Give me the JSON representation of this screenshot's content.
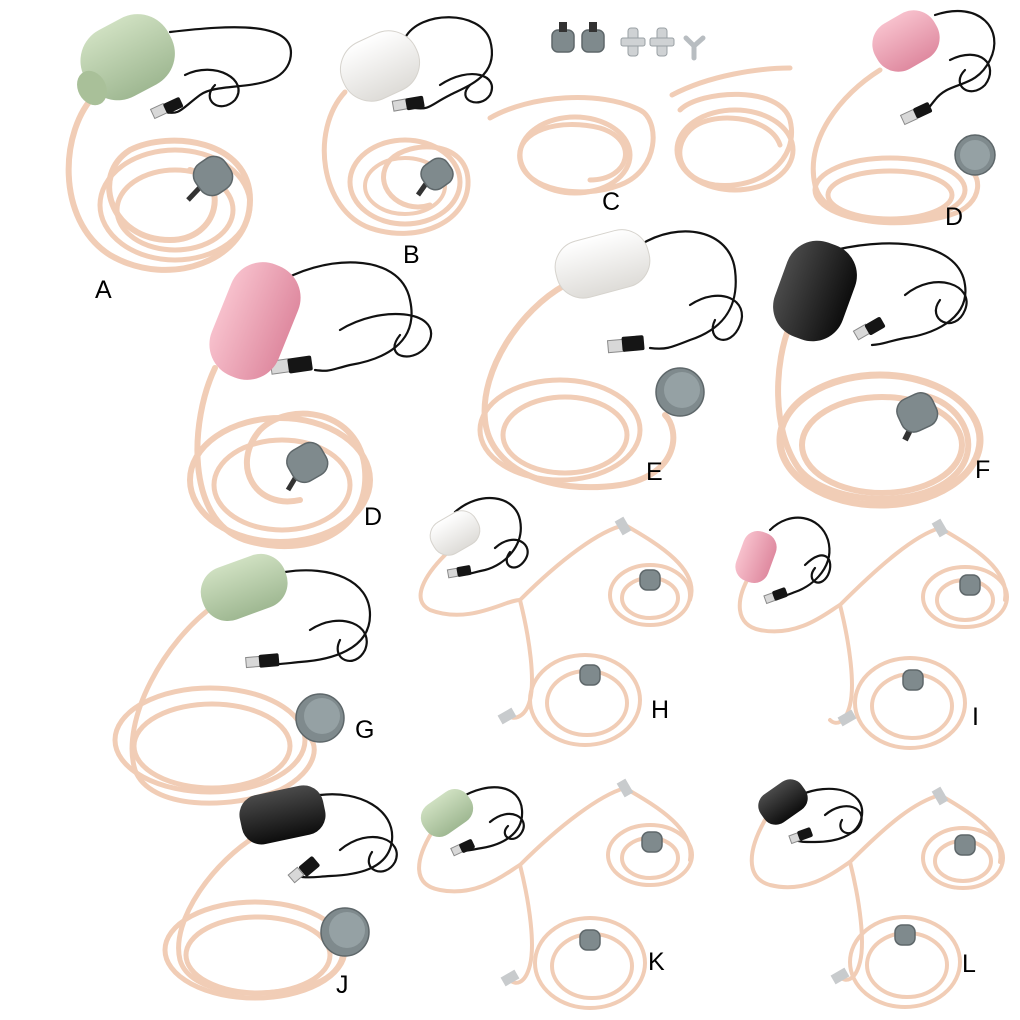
{
  "product_labels": [
    "A",
    "B",
    "C",
    "D",
    "D",
    "E",
    "F",
    "G",
    "H",
    "I",
    "J",
    "K",
    "L"
  ],
  "pump_colors": {
    "green": "#b9cfaa",
    "white": "#f4f3f1",
    "pink": "#ec9fb1",
    "black": "#1b1b1b"
  },
  "tube_color": "#f1cdb6",
  "stone_color": "#7f8a8d",
  "background": "#ffffff"
}
